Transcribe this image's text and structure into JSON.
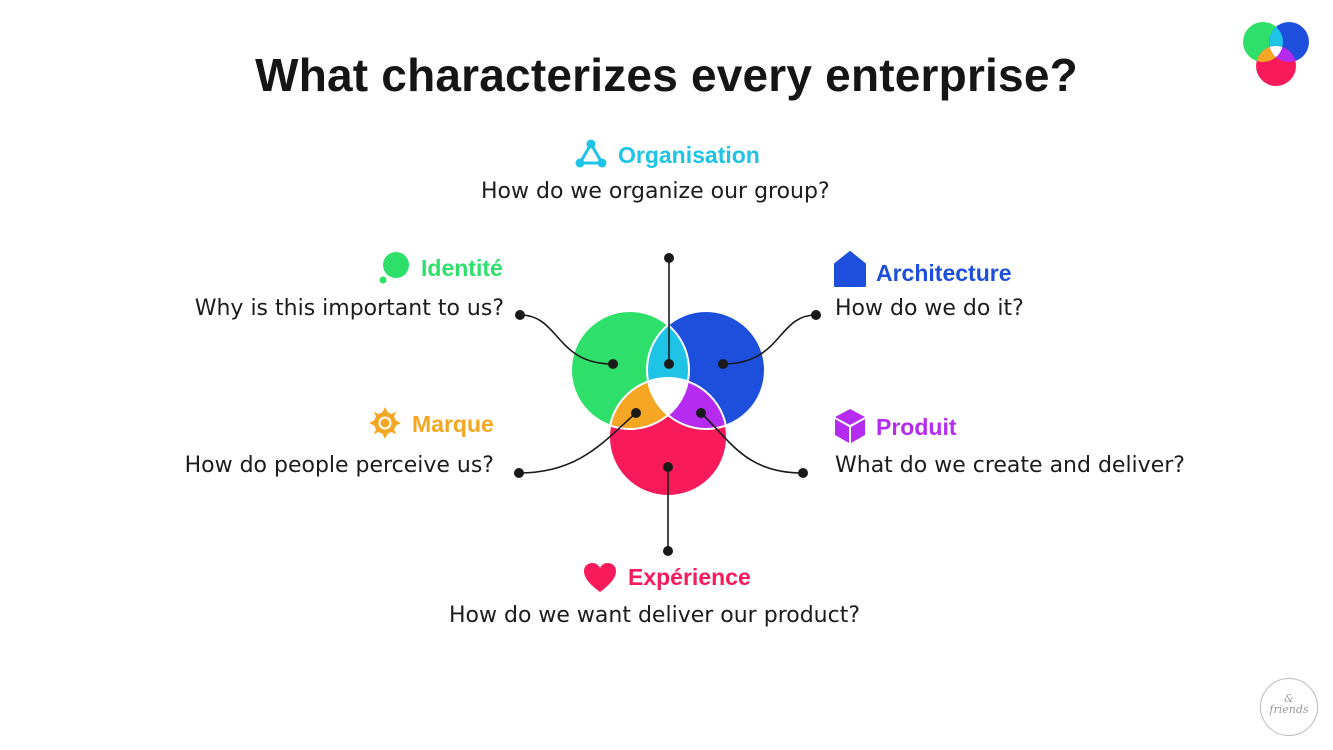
{
  "title": "What characterizes every enterprise?",
  "colors": {
    "organisation": "#1ec3e6",
    "identite": "#2ee06a",
    "architecture": "#1d4fdc",
    "marque": "#f5a623",
    "produit": "#b52bf0",
    "experience": "#f81a5a"
  },
  "nodes": {
    "organisation": {
      "label": "Organisation",
      "question": "How do we organize our group?",
      "icon": "triangle-nodes-icon"
    },
    "identite": {
      "label": "Identité",
      "question": "Why is this important to us?",
      "icon": "speech-bubble-icon"
    },
    "architecture": {
      "label": "Architecture",
      "question": "How do we do it?",
      "icon": "house-icon"
    },
    "marque": {
      "label": "Marque",
      "question": "How do people perceive us?",
      "icon": "sun-icon"
    },
    "produit": {
      "label": "Produit",
      "question": "What do we create and deliver?",
      "icon": "cube-icon"
    },
    "experience": {
      "label": "Expérience",
      "question": "How do we want deliver our product?",
      "icon": "heart-icon"
    }
  },
  "footer": {
    "amp": "&",
    "word": "friends"
  }
}
